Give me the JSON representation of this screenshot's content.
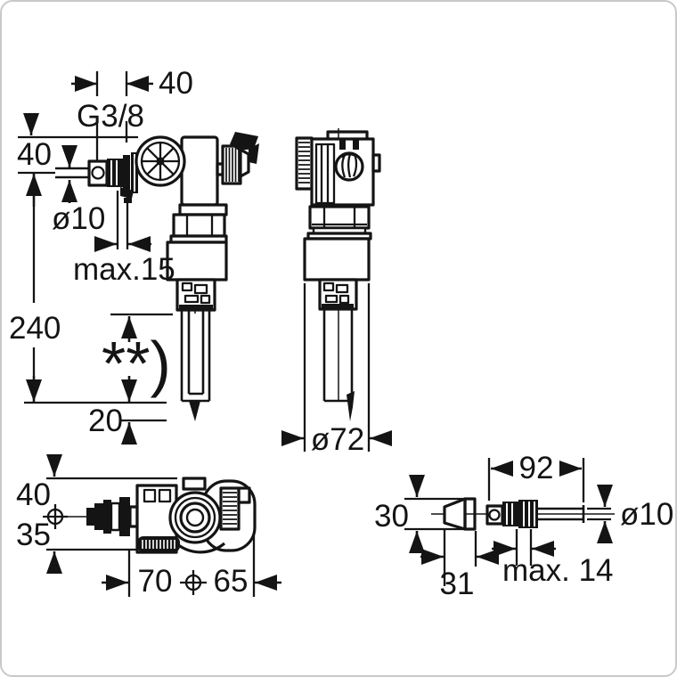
{
  "drawing": {
    "labels": {
      "top_width": "40",
      "thread_size": "G3/8",
      "left_offset": "40",
      "pipe_diameter": "ø10",
      "max_wall": "max.15",
      "total_height": "240",
      "footnote_marker": "**)",
      "tip_length": "20",
      "body_diameter": "ø72",
      "top_view_height": "40",
      "top_view_depth": "35",
      "front_spacing": "70",
      "rear_spacing": "65",
      "inlet_length": "92",
      "cone_width": "30",
      "inlet_diameter": "ø10",
      "cone_length": "31",
      "max_panel": "max. 14"
    },
    "colors": {
      "ink": "#141414",
      "background": "#ffffff",
      "border": "#c9c9c9"
    }
  }
}
